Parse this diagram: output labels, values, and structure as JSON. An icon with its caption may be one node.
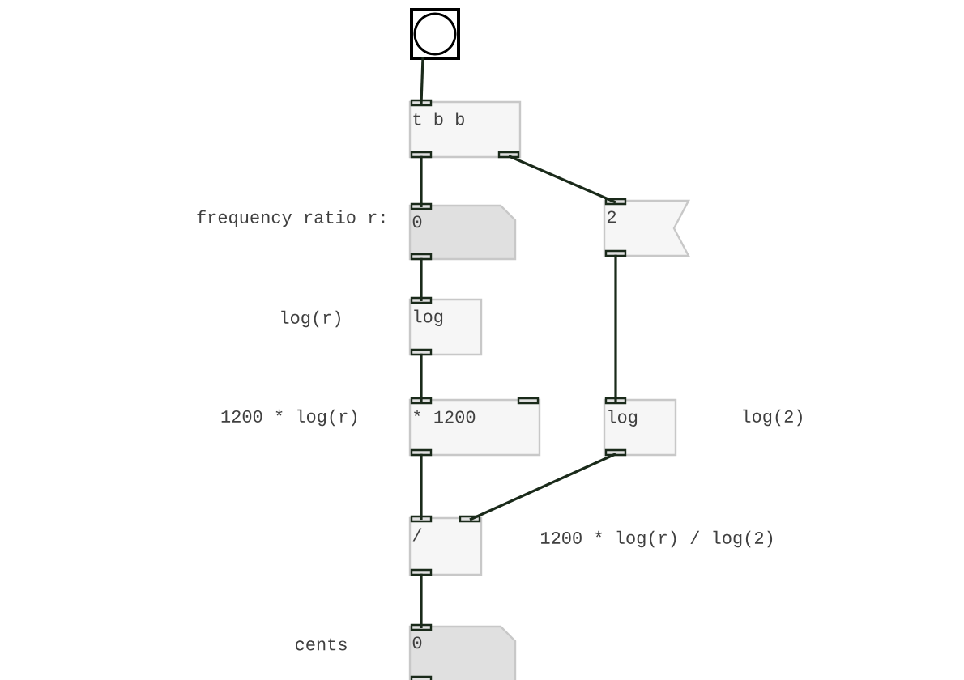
{
  "diagram": {
    "nodes": [
      {
        "text": [],
        "shape": "box"
      },
      {
        "text": [
          "t b b"
        ]
      },
      {
        "text": [
          "0"
        ],
        "beside": [
          "frequency ratio r:"
        ]
      },
      {
        "text": [
          "2"
        ]
      },
      {
        "text": [
          "log"
        ],
        "beside": [
          "log(r)"
        ]
      },
      {
        "text": [
          "* 1200"
        ],
        "beside": [
          "1200 * log(r)"
        ]
      },
      {
        "text": [
          "log"
        ],
        "beside": [
          "log(2)"
        ]
      },
      {
        "text": [
          "/"
        ],
        "beside": [
          "1200 * log(r) / log(2)"
        ]
      },
      {
        "text": [
          "0"
        ],
        "beside": [
          "cents"
        ]
      }
    ],
    "edges": [
      {
        "from": 0,
        "to": 1,
        "arrow": "none"
      },
      {
        "from": 1,
        "to": 2,
        "arrow": "none"
      },
      {
        "from": 1,
        "to": 3,
        "arrow": "none"
      },
      {
        "from": 2,
        "to": 4,
        "arrow": "none"
      },
      {
        "from": 4,
        "to": 5,
        "arrow": "none"
      },
      {
        "from": 3,
        "to": 6,
        "arrow": "none"
      },
      {
        "from": 5,
        "to": 7,
        "arrow": "none"
      },
      {
        "from": 6,
        "to": 7,
        "arrow": "none"
      },
      {
        "from": 7,
        "to": 8,
        "arrow": "none"
      }
    ]
  }
}
